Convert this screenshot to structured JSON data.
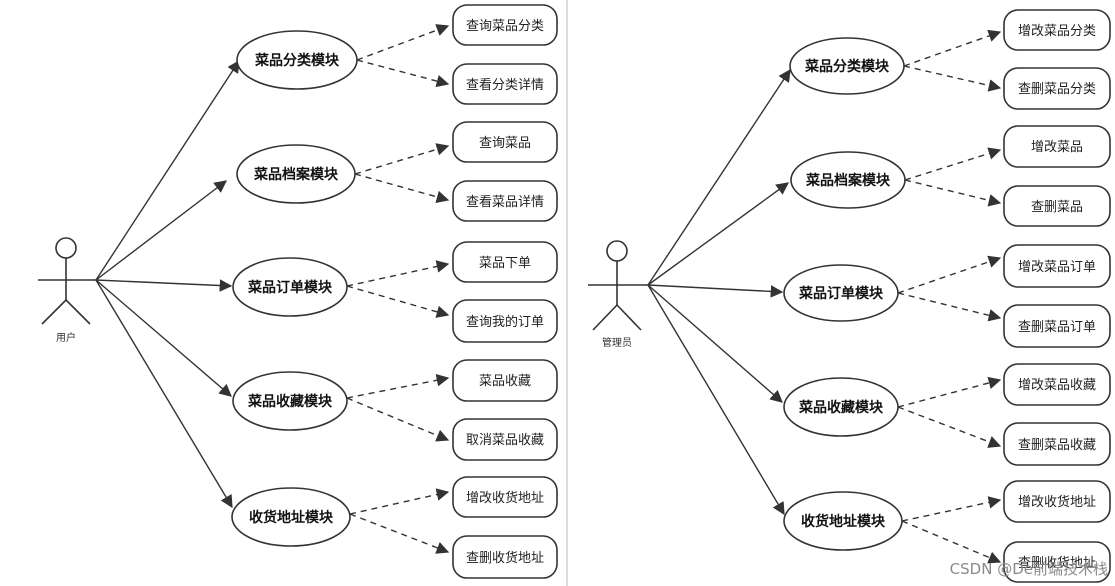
{
  "left": {
    "actor": "用户",
    "modules": [
      {
        "name": "菜品分类模块",
        "leaves": [
          "查询菜品分类",
          "查看分类详情"
        ]
      },
      {
        "name": "菜品档案模块",
        "leaves": [
          "查询菜品",
          "查看菜品详情"
        ]
      },
      {
        "name": "菜品订单模块",
        "leaves": [
          "菜品下单",
          "查询我的订单"
        ]
      },
      {
        "name": "菜品收藏模块",
        "leaves": [
          "菜品收藏",
          "取消菜品收藏"
        ]
      },
      {
        "name": "收货地址模块",
        "leaves": [
          "增改收货地址",
          "查删收货地址"
        ]
      }
    ]
  },
  "right": {
    "actor": "管理员",
    "modules": [
      {
        "name": "菜品分类模块",
        "leaves": [
          "增改菜品分类",
          "查删菜品分类"
        ]
      },
      {
        "name": "菜品档案模块",
        "leaves": [
          "增改菜品",
          "查删菜品"
        ]
      },
      {
        "name": "菜品订单模块",
        "leaves": [
          "增改菜品订单",
          "查删菜品订单"
        ]
      },
      {
        "name": "菜品收藏模块",
        "leaves": [
          "增改菜品收藏",
          "查删菜品收藏"
        ]
      },
      {
        "name": "收货地址模块",
        "leaves": [
          "增改收货地址",
          "查删收货地址"
        ]
      }
    ]
  },
  "watermark": "CSDN @De前端技术栈",
  "colors": {
    "stroke": "#333333",
    "background": "#ffffff",
    "divider": "#cfcfcf"
  }
}
